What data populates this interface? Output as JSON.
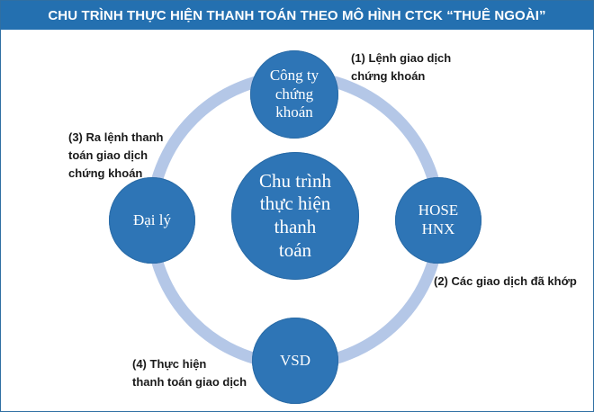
{
  "header": {
    "title": "CHU TRÌNH THỰC HIỆN THANH TOÁN THEO MÔ HÌNH CTCK “THUÊ NGOÀI”"
  },
  "nodes": {
    "center": "Chu trình\nthực hiện\nthanh\ntoán",
    "top": "Công ty\nchứng\nkhoán",
    "right": "HOSE\nHNX",
    "bottom": "VSD",
    "left": "Đại lý"
  },
  "steps": {
    "step1": "(1) Lệnh giao dịch\nchứng khoán",
    "step2": "(2) Các giao dịch đã khớp",
    "step3": "(3) Ra lệnh thanh\ntoán giao dịch\nchứng khoán",
    "step4": "(4) Thực hiện\nthanh toán giao dịch"
  },
  "colors": {
    "header": "#2470b0",
    "node": "#2e75b6",
    "ring": "#b4c7e7"
  }
}
